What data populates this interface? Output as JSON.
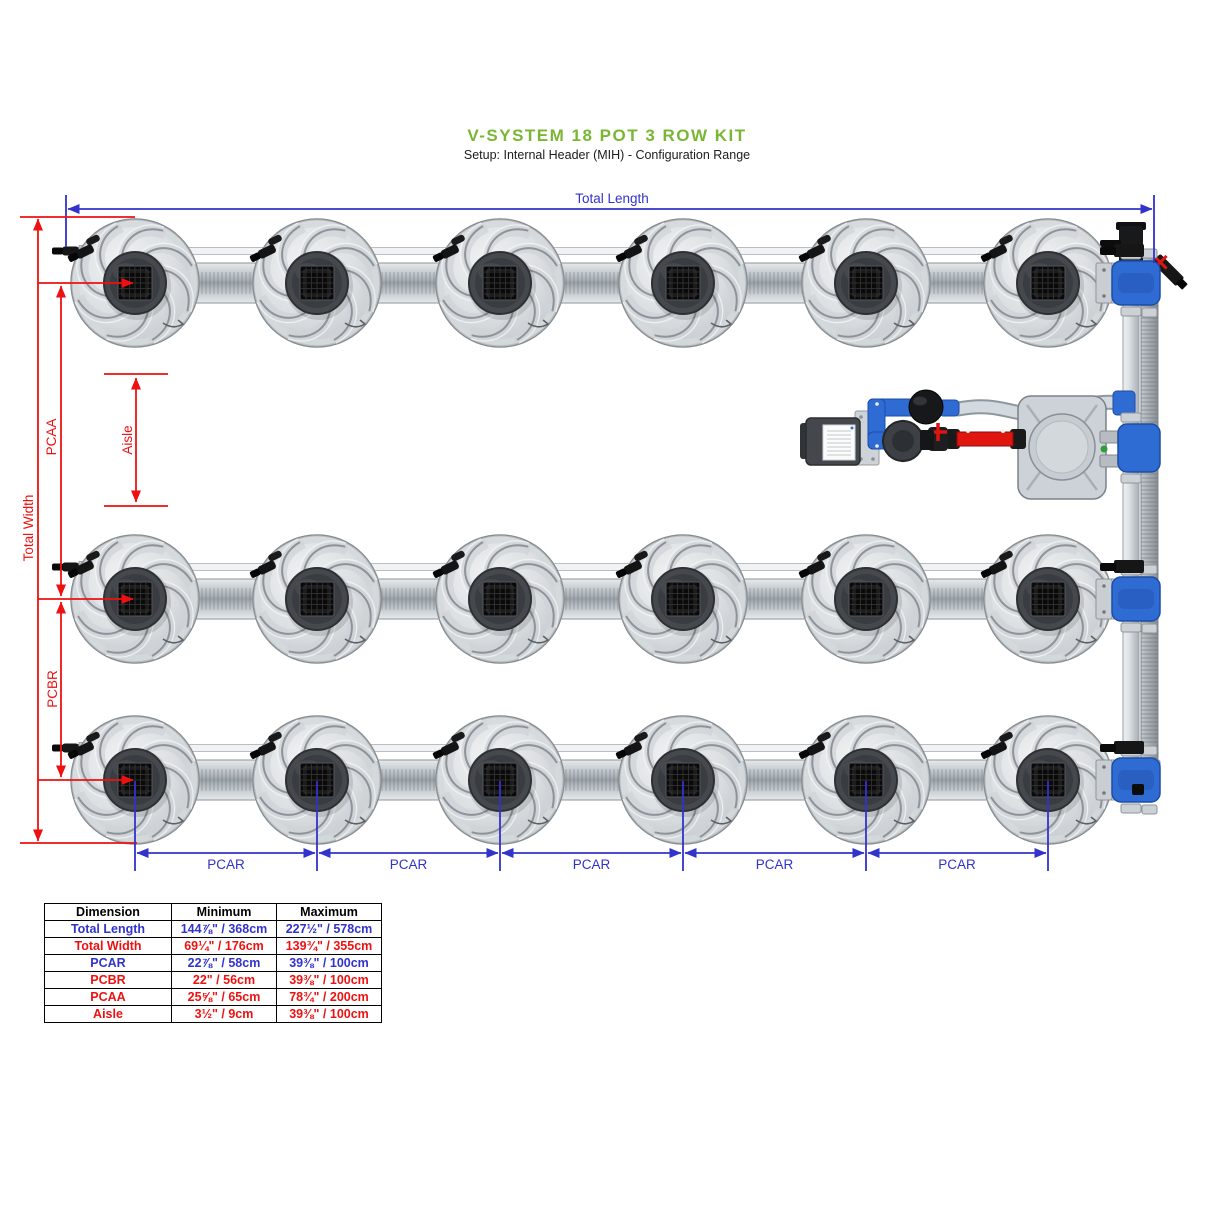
{
  "title": "V-SYSTEM 18 POT 3 ROW KIT",
  "subtitle": "Setup: Internal Header (MIH) - Configuration Range",
  "colors": {
    "title_green": "#79b633",
    "dim_blue": "#3232cd",
    "dim_red": "#ee1111",
    "fitting_blue": "#2e6cd4",
    "pipe_red": "#e01510"
  },
  "labels": {
    "total_length": "Total Length",
    "total_width": "Total Width",
    "pcaa": "PCAA",
    "pcbr": "PCBR",
    "aisle": "Aisle",
    "pcar": "PCAR"
  },
  "diagram": {
    "pot_rows": 3,
    "pots_per_row": 6,
    "total_pots": 18,
    "pcar_segment_count": 5
  },
  "table": {
    "headers": [
      "Dimension",
      "Minimum",
      "Maximum"
    ],
    "rows": [
      {
        "label": "Total Length",
        "min": "144⅞\" / 368cm",
        "max": "227½\" / 578cm",
        "color": "blue"
      },
      {
        "label": "Total Width",
        "min": "69¼\" / 176cm",
        "max": "139¾\" / 355cm",
        "color": "red"
      },
      {
        "label": "PCAR",
        "min": "22⅞\" / 58cm",
        "max": "39⅜\" / 100cm",
        "color": "blue"
      },
      {
        "label": "PCBR",
        "min": "22\" / 56cm",
        "max": "39⅜\" / 100cm",
        "color": "red"
      },
      {
        "label": "PCAA",
        "min": "25⅝\" / 65cm",
        "max": "78¾\" / 200cm",
        "color": "red"
      },
      {
        "label": "Aisle",
        "min": "3½\" / 9cm",
        "max": "39⅜\" / 100cm",
        "color": "red"
      }
    ]
  }
}
